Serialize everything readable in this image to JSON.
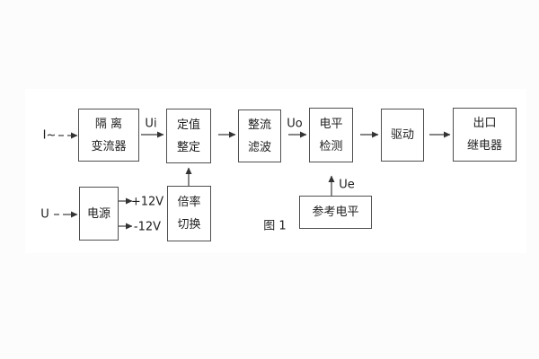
{
  "figure": {
    "caption": "图 1",
    "blocks": {
      "isolation": {
        "line1": "隔 离",
        "line2": "变流器"
      },
      "setting": {
        "line1": "定值",
        "line2": "整定"
      },
      "rectifier": {
        "line1": "整流",
        "line2": "滤波"
      },
      "level_detect": {
        "line1": "电平",
        "line2": "检测"
      },
      "drive": {
        "line1": "驱动"
      },
      "output_relay": {
        "line1": "出口",
        "line2": "继电器"
      },
      "power": {
        "line1": "电源"
      },
      "ratio_switch": {
        "line1": "倍率",
        "line2": "切换"
      },
      "reference_level": {
        "line1": "参考电平"
      }
    },
    "labels": {
      "input_current": "I~",
      "input_voltage": "U",
      "signal_ui": "Ui",
      "signal_uo": "Uo",
      "signal_ue": "Ue",
      "rail_positive": "+12V",
      "rail_negative": "-12V"
    },
    "colors": {
      "line": "#3c3c3c",
      "border": "#4f4f4f",
      "text": "#1e1e1e",
      "panel": "#ffffff",
      "background": "#fcfcfc"
    }
  }
}
